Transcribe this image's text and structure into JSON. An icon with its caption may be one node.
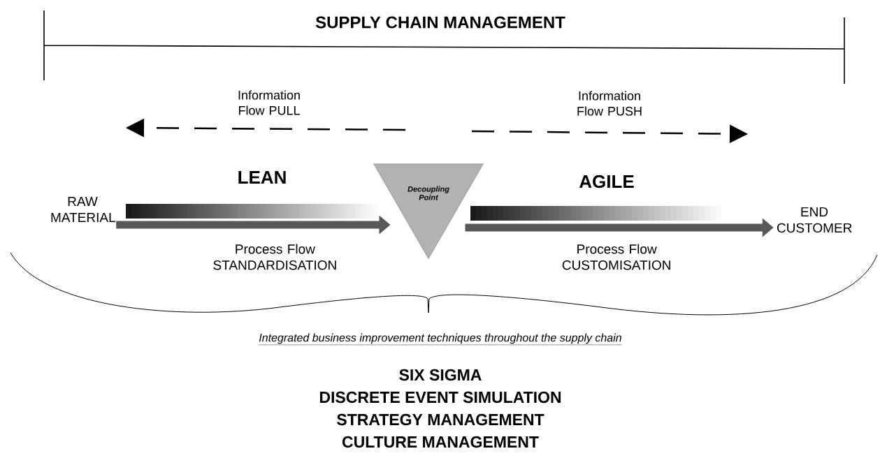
{
  "diagram": {
    "title": "SUPPLY CHAIN MANAGEMENT",
    "nodes": [
      {
        "text": [
          "RAW MATERIAL"
        ]
      },
      {
        "text": [
          "Decoupling Point"
        ]
      },
      {
        "text": [
          "END CUSTOMER"
        ]
      }
    ],
    "edges": [
      {
        "from": 0,
        "to": 1,
        "arrow": "to",
        "label": "Process Flow STANDARDISATION"
      },
      {
        "from": 1,
        "to": 2,
        "arrow": "to",
        "label": "Process Flow CUSTOMISATION"
      }
    ],
    "labels": [
      "Information Flow PULL",
      "Information Flow PUSH",
      "LEAN",
      "AGILE",
      "Integrated business improvement techniques throughout the supply chain",
      "SIX SIGMA",
      "DISCRETE EVENT SIMULATION",
      "STRATEGY MANAGEMENT",
      "CULTURE MANAGEMENT"
    ]
  }
}
